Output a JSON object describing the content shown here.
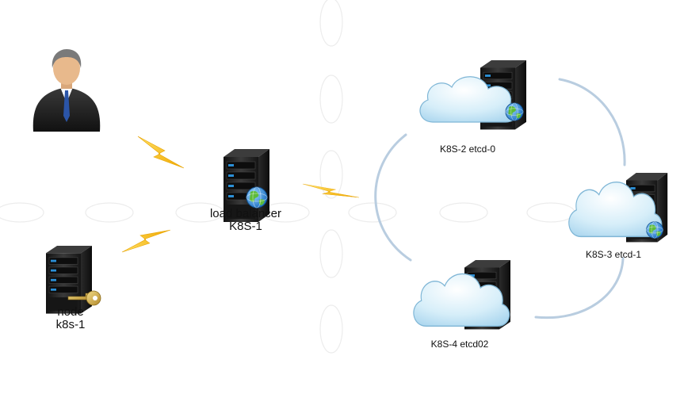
{
  "nodes": {
    "load_balancer": {
      "line1": "load balancer",
      "line2": "K8S-1"
    },
    "node_k8s1": {
      "line1": "node",
      "line2": "k8s-1"
    },
    "etcd0": {
      "label": "K8S-2 etcd-0"
    },
    "etcd1": {
      "label": "K8S-3 etcd-1"
    },
    "etcd2": {
      "label": "K8S-4 etcd02"
    }
  },
  "icons": {
    "user": "user-icon",
    "server": "server-icon",
    "globe": "globe-icon",
    "key": "key-icon",
    "cloud": "cloud-icon",
    "link": "lightning-link-icon"
  },
  "colors": {
    "server_body": "#1c1c1c",
    "server_light": "#2b8fd6",
    "cloud_fill": "#cfe9f6",
    "cloud_stroke": "#7fb6d6",
    "lightning": "#f5b800",
    "ring_arc": "#b9cde0",
    "key": "#c9a640",
    "watermark": "#e8e8e8"
  }
}
